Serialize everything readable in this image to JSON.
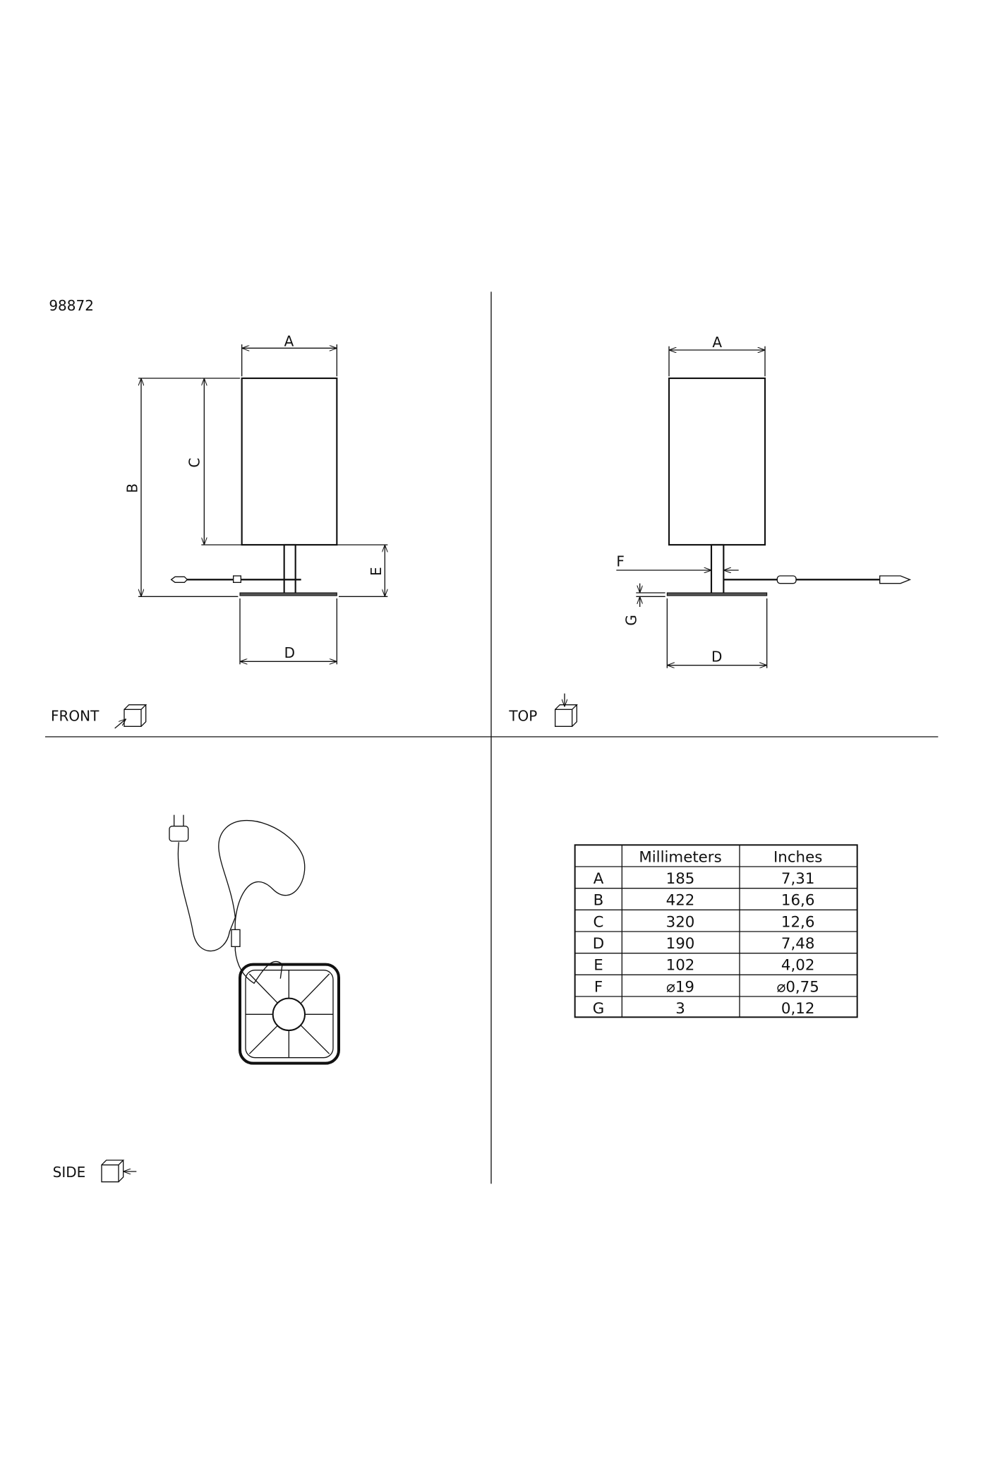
{
  "product_code": "98872",
  "views": {
    "front": {
      "label": "FRONT",
      "dims": {
        "a": "A",
        "b": "B",
        "c": "C",
        "d": "D",
        "e": "E"
      }
    },
    "top": {
      "label": "TOP",
      "dims": {
        "a": "A",
        "d": "D",
        "f": "F",
        "g": "G"
      }
    },
    "side": {
      "label": "SIDE"
    }
  },
  "table": {
    "headers": [
      "",
      "Millimeters",
      "Inches"
    ],
    "rows": [
      {
        "key": "A",
        "mm": "185",
        "in": "7,31"
      },
      {
        "key": "B",
        "mm": "422",
        "in": "16,6"
      },
      {
        "key": "C",
        "mm": "320",
        "in": "12,6"
      },
      {
        "key": "D",
        "mm": "190",
        "in": "7,48"
      },
      {
        "key": "E",
        "mm": "102",
        "in": "4,02"
      },
      {
        "key": "F",
        "mm": "⌀19",
        "in": "⌀0,75"
      },
      {
        "key": "G",
        "mm": "3",
        "in": "0,12"
      }
    ]
  }
}
